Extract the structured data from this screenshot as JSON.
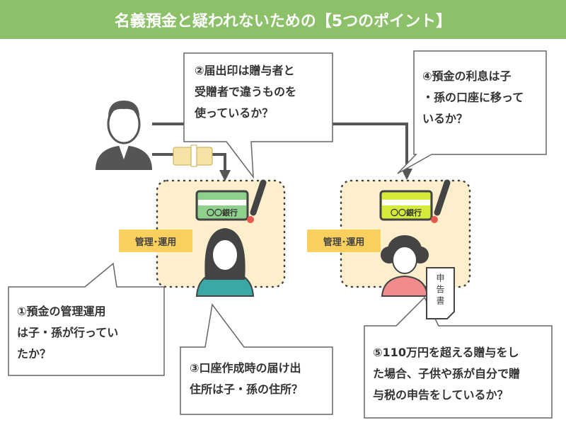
{
  "title": "名義預金と疑われないための【5つのポイント】",
  "points": {
    "p1": "①預金の管理運用\nは子・孫が行ってい\nたか？",
    "p2": "②届出印は贈与者と\n受贈者で違うものを\n使っているか？",
    "p3": "③口座作成時の届け出\n住所は子・孫の住所？",
    "p4": "④預金の利息は子\n・孫の口座に移って\nいるか？",
    "p5": "⑤110万円を超える贈与をし\nた場合、子供や孫が自分で贈\n与税の申告をしているか？"
  },
  "labels": {
    "manage_left": "管理･運用",
    "manage_right": "管理･運用",
    "bank_left": "〇〇銀行",
    "bank_right": "〇〇銀行",
    "document": "申告書"
  },
  "colors": {
    "title_bg": "#8cc169",
    "area_bg": "#fdefcc",
    "label_bg": "#f9cf5d"
  }
}
